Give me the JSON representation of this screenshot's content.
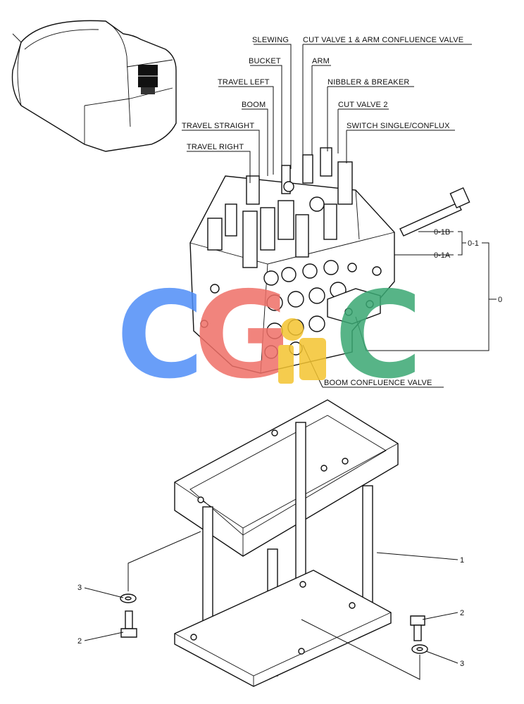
{
  "labels": {
    "slewing": "SLEWING",
    "cut_valve_1_arm": "CUT VALVE 1 & ARM CONFLUENCE VALVE",
    "bucket": "BUCKET",
    "arm": "ARM",
    "travel_left": "TRAVEL LEFT",
    "nibbler_breaker": "NIBBLER & BREAKER",
    "boom": "BOOM",
    "cut_valve_2": "CUT VALVE 2",
    "travel_straight": "TRAVEL STRAIGHT",
    "switch_single_conflux": "SWITCH SINGLE/CONFLUX",
    "travel_right": "TRAVEL RIGHT",
    "boom_confluence_valve": "BOOM CONFLUENCE VALVE"
  },
  "callouts": {
    "c_0_1b": "0-1B",
    "c_0_1a": "0-1A",
    "c_0_1": "0-1",
    "c_0": "0",
    "c_1": "1",
    "c_2_left": "2",
    "c_3_left": "3",
    "c_2_right": "2",
    "c_3_right": "3"
  },
  "watermark": {
    "letters": [
      "C",
      "G",
      "C"
    ],
    "colors": [
      "#4f8ef7",
      "#ef6f67",
      "#3aa873"
    ],
    "accent_color": "#f4c430"
  }
}
